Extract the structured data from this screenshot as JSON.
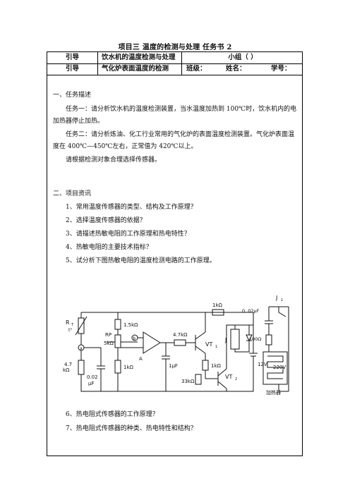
{
  "doc_title": "项目三   温度的检测与处理  任务书 2",
  "header": {
    "row1": {
      "label": "引导",
      "topic": "饮水机的温度检测与处理",
      "group": "小组（  ）"
    },
    "row2": {
      "label": "引导",
      "topic": "气化炉表面温度的检测",
      "class_label": "班级：",
      "name_label": "姓名：",
      "id_label": "学号："
    }
  },
  "task": {
    "heading": "一、任务描述",
    "task1": "任务一：请分析饮水机的温度检测装置，当水温度加热到 100℃时，饮水机内的电加热器停止加热。",
    "task2": "任务二：请分析炼油、化工行业常用的气化炉的表面温度检测装置。气化炉表面温度在 400℃—450℃左右，正常值为 420℃以上。",
    "instruction": "请根据检测对象合理选择传感器。"
  },
  "info": {
    "heading": "二、项目资讯",
    "questions": [
      "1、常用温度传感器的类型、结构及工作原理？",
      "2、选择温度传感器的依据？",
      "3、请描述热敏电阻的工作原理和热电特性？",
      "4、热敏电阻的主要技术指标？",
      "5、试分析下图热敏电阻的温度检测电路的工作原理。",
      "6、热电阻式传感器的工作原理？",
      "7、热电阻式传感器的种类、热电特性和结构？"
    ]
  },
  "circuit": {
    "rt_label": "R",
    "rt_sub": "T",
    "rt_t": "t°",
    "rp_label": "RP",
    "rp_value": "5kΩ",
    "r_1_5k": "1.5kΩ",
    "r_4_7k_left": "4.7",
    "r_4_7k_left2": "kΩ",
    "c_002": "0.02",
    "c_002_unit": "μF",
    "r_1k_mid": "1kΩ",
    "node_a": "a",
    "node_b": "b",
    "amp_label": "A",
    "c_1uf": "1μF",
    "r_4_7k": "4.7kΩ",
    "vt1": "VT",
    "vt1_sub": "1",
    "r_1k_top": "1kΩ",
    "relay": "J",
    "r_1k_e": "1kΩ",
    "r_33k": "33kΩ",
    "vt2": "VT",
    "vt2_sub": "2",
    "v12": "12V",
    "j1": "J",
    "j1_sub": "1",
    "c_right": "0. 02μF",
    "r_100": "100Ω",
    "v220": "220V",
    "heater": "加热器"
  }
}
